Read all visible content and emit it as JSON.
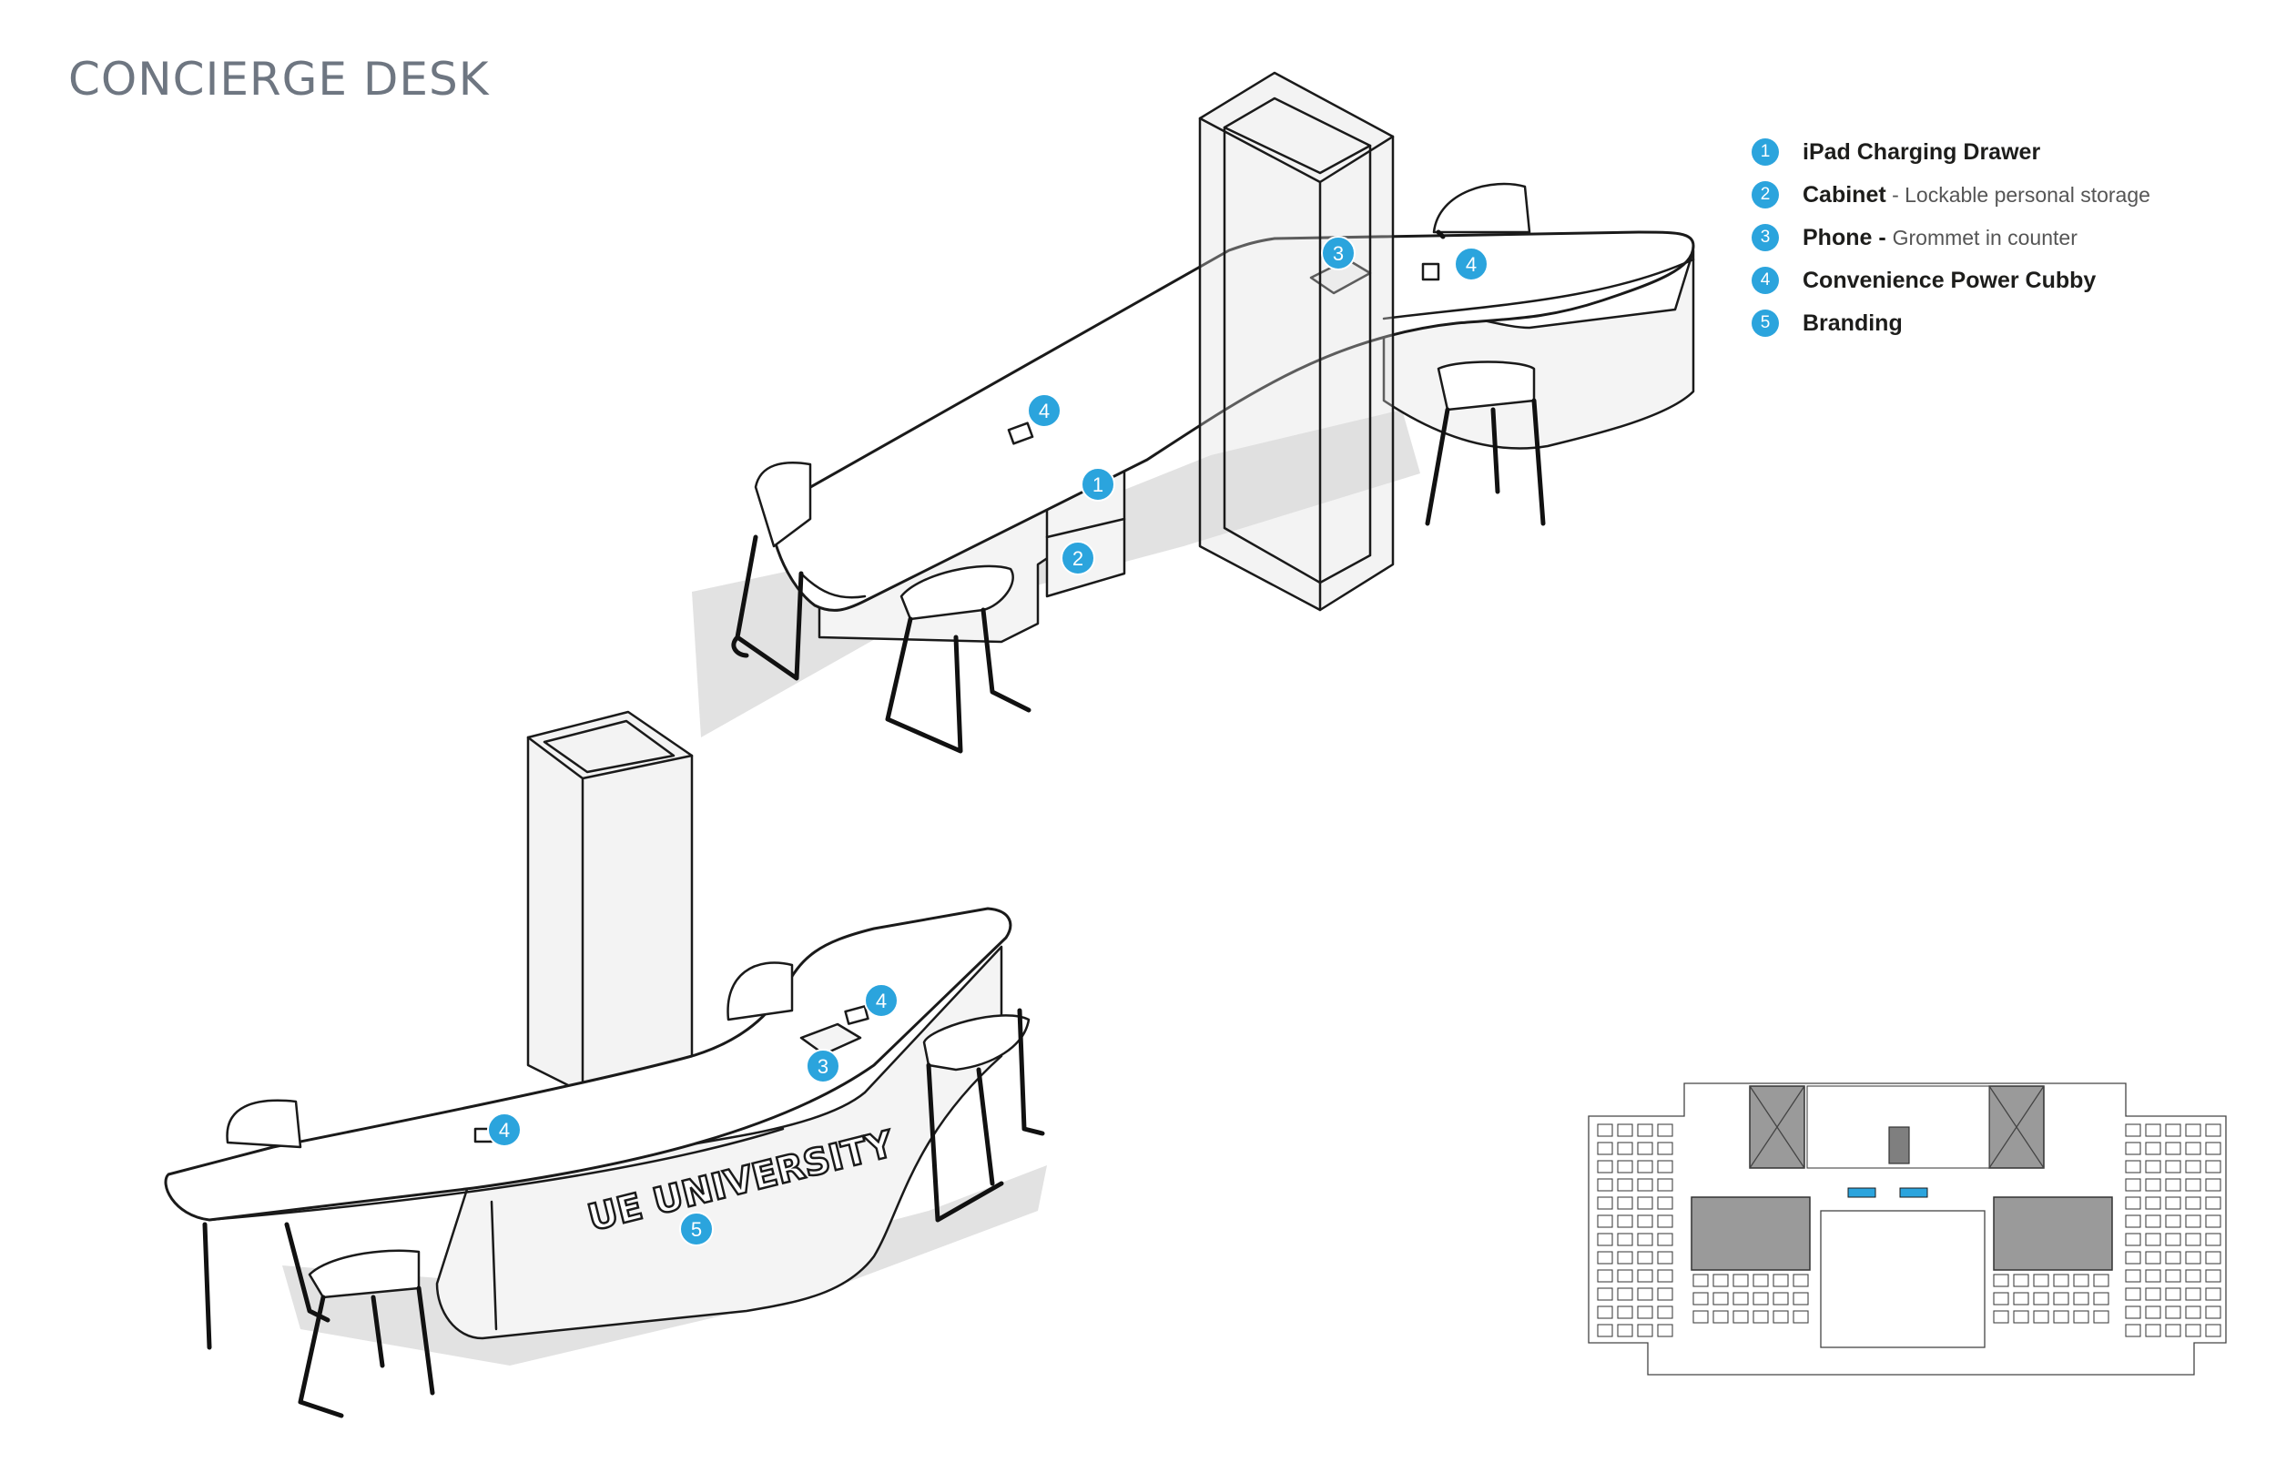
{
  "title": "CONCIERGE DESK",
  "legend": [
    {
      "number": "1",
      "label": "iPad Charging Drawer",
      "description": ""
    },
    {
      "number": "2",
      "label": "Cabinet",
      "description": " - Lockable personal storage"
    },
    {
      "number": "3",
      "label": "Phone - ",
      "description": "Grommet in counter"
    },
    {
      "number": "4",
      "label": "Convenience Power Cubby",
      "description": ""
    },
    {
      "number": "5",
      "label": "Branding",
      "description": ""
    }
  ],
  "desk_branding": "UE UNIVERSITY",
  "callouts_upper": [
    "1",
    "2",
    "3",
    "4",
    "4"
  ],
  "callouts_lower": [
    "3",
    "4",
    "4",
    "5"
  ],
  "colors": {
    "accent": "#2ba4dd",
    "title": "#6e7681",
    "line": "#1a1a1a"
  }
}
